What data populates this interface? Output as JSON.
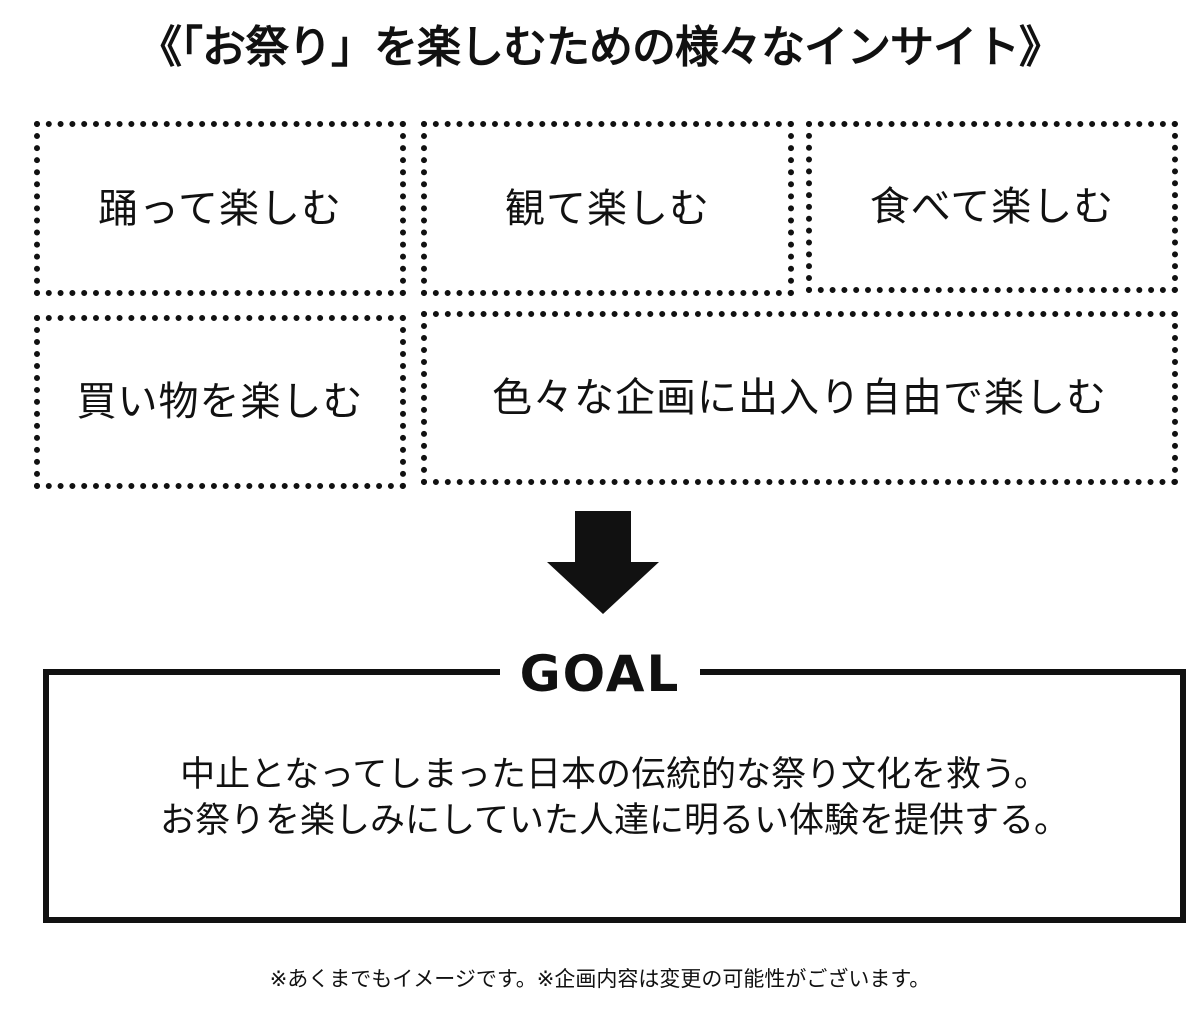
{
  "title": "《「お祭り」を楽しむための様々なインサイト》",
  "insights": [
    {
      "label": "踊って楽しむ"
    },
    {
      "label": "観て楽しむ"
    },
    {
      "label": "食べて楽しむ"
    },
    {
      "label": "買い物を楽しむ"
    },
    {
      "label": "色々な企画に出入り自由で楽しむ"
    }
  ],
  "arrow": {
    "icon": "down-arrow-icon",
    "color": "#111111"
  },
  "goal": {
    "label": "GOAL",
    "lines": [
      "中止となってしまった日本の伝統的な祭り文化を救う。",
      "お祭りを楽しみにしていた人達に明るい体験を提供する。"
    ]
  },
  "footnote": "※あくまでもイメージです。※企画内容は変更の可能性がございます。",
  "colors": {
    "ink": "#111111",
    "background": "#ffffff"
  }
}
